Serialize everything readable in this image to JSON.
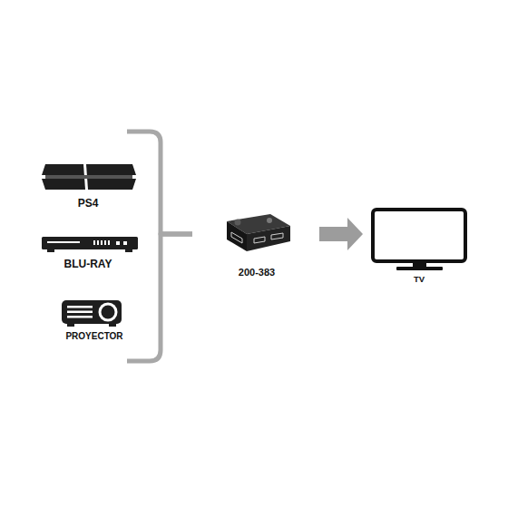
{
  "diagram": {
    "nodes": [
      {
        "text": [
          "PS4"
        ]
      },
      {
        "text": [
          "BLU-RAY"
        ]
      },
      {
        "text": [
          "PROYECTOR"
        ]
      },
      {
        "text": [
          "200-383"
        ]
      },
      {
        "text": [
          "TV"
        ]
      }
    ],
    "edges": [
      {
        "from": 0,
        "to": 3,
        "arrow": "none"
      },
      {
        "from": 1,
        "to": 3,
        "arrow": "none"
      },
      {
        "from": 2,
        "to": 3,
        "arrow": "none"
      },
      {
        "from": 3,
        "to": 4,
        "arrow": "to"
      }
    ]
  }
}
